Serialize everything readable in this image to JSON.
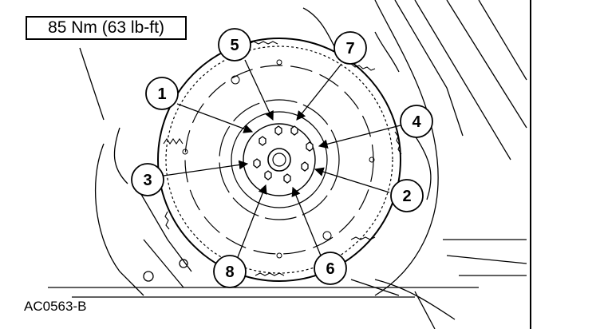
{
  "torque_spec": "85 Nm (63 lb-ft)",
  "figure_id": "AC0563-B",
  "sequence_callouts": [
    "1",
    "2",
    "3",
    "4",
    "5",
    "6",
    "7",
    "8"
  ]
}
